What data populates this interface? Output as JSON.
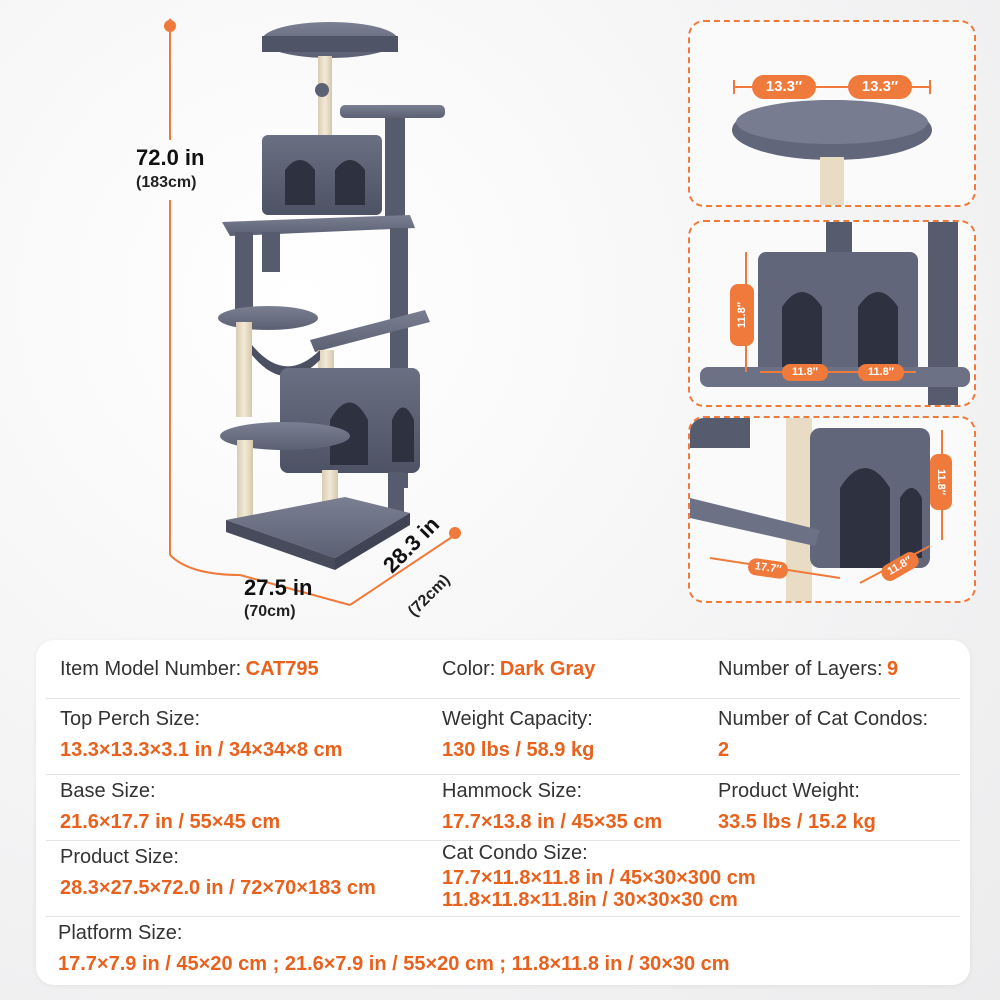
{
  "dimensions": {
    "height_in": "72.0 in",
    "height_cm": "(183cm)",
    "width_in": "27.5 in",
    "width_cm": "(70cm)",
    "depth_in": "28.3 in",
    "depth_cm": "(72cm)"
  },
  "details": {
    "top": {
      "left": "13.3″",
      "right": "13.3″"
    },
    "condo_upper": {
      "height": "11.8″",
      "width_a": "11.8″",
      "width_b": "11.8″"
    },
    "condo_lower": {
      "height": "11.8″",
      "width_a": "17.7″",
      "width_b": "11.8″"
    }
  },
  "specs": {
    "model": {
      "label": "Item Model Number:",
      "value": "CAT795"
    },
    "color": {
      "label": "Color:",
      "value": "Dark Gray"
    },
    "layers": {
      "label": "Number of Layers:",
      "value": "9"
    },
    "top_perch": {
      "label": "Top Perch Size:",
      "value": "13.3×13.3×3.1 in / 34×34×8 cm"
    },
    "weight_capacity": {
      "label": "Weight Capacity:",
      "value": "130 lbs / 58.9 kg"
    },
    "condos": {
      "label": "Number of Cat Condos:",
      "value": "2"
    },
    "base": {
      "label": "Base Size:",
      "value": "21.6×17.7 in / 55×45 cm"
    },
    "hammock": {
      "label": "Hammock Size:",
      "value": "17.7×13.8 in / 45×35 cm"
    },
    "product_weight": {
      "label": "Product Weight:",
      "value": "33.5 lbs / 15.2 kg"
    },
    "product_size": {
      "label": "Product Size:",
      "value": "28.3×27.5×72.0 in / 72×70×183 cm"
    },
    "condo_size": {
      "label": "Cat Condo Size:",
      "value1": "17.7×11.8×11.8 in / 45×30×300 cm",
      "value2": "11.8×11.8×11.8in / 30×30×30 cm"
    },
    "platform": {
      "label": "Platform Size:",
      "value": "17.7×7.9 in / 45×20 cm ; 21.6×7.9 in / 55×20 cm ; 11.8×11.8 in / 30×30 cm"
    }
  },
  "colors": {
    "accent": "#f07a3c",
    "value_text": "#e8611d",
    "plush": "#5c6173",
    "sisal": "#e8dcc4"
  }
}
